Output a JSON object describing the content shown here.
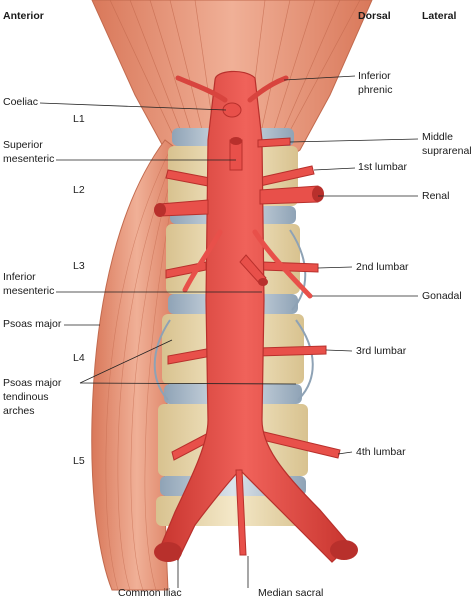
{
  "header": {
    "anterior": "Anterior",
    "dorsal": "Dorsal",
    "lateral": "Lateral"
  },
  "vertebral_levels": [
    "L1",
    "L2",
    "L3",
    "L4",
    "L5"
  ],
  "labels_left": {
    "coeliac": "Coeliac",
    "superior_mesenteric_1": "Superior",
    "superior_mesenteric_2": "mesenteric",
    "inferior_mesenteric_1": "Inferior",
    "inferior_mesenteric_2": "mesenteric",
    "psoas_major": "Psoas major",
    "tendinous_1": "Psoas major",
    "tendinous_2": "tendinous",
    "tendinous_3": "arches"
  },
  "labels_right": {
    "inferior_phrenic_1": "Inferior",
    "inferior_phrenic_2": "phrenic",
    "middle_suprarenal_1": "Middle",
    "middle_suprarenal_2": "suprarenal",
    "first_lumbar": "1st lumbar",
    "renal": "Renal",
    "second_lumbar": "2nd lumbar",
    "gonadal": "Gonadal",
    "third_lumbar": "3rd lumbar",
    "fourth_lumbar": "4th lumbar"
  },
  "labels_bottom": {
    "common_iliac": "Common iliac",
    "median_sacral": "Median sacral"
  },
  "colors": {
    "artery": "#e8504a",
    "artery_dark": "#b8302c",
    "muscle": "#e89a7c",
    "muscle_dark": "#c9694a",
    "bone": "#ead9b4",
    "disc": "#b9c6d3",
    "leader": "#222222"
  }
}
